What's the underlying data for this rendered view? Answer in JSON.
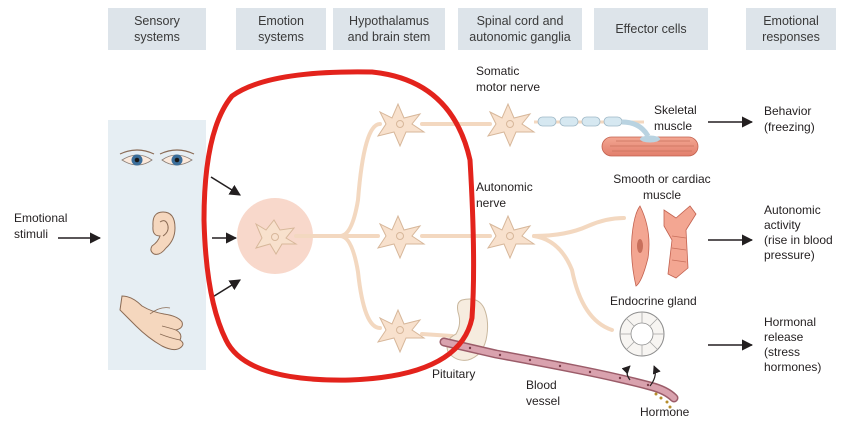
{
  "headers": [
    {
      "lines": [
        "Sensory",
        "systems"
      ]
    },
    {
      "lines": [
        "Emotion",
        "systems"
      ]
    },
    {
      "lines": [
        "Hypothalamus",
        "and brain stem"
      ]
    },
    {
      "lines": [
        "Spinal cord and",
        "autonomic ganglia"
      ]
    },
    {
      "lines": [
        "Effector cells"
      ]
    },
    {
      "lines": [
        "Emotional",
        "responses"
      ]
    }
  ],
  "labels": {
    "stimuli": [
      "Emotional",
      "stimuli"
    ],
    "somatic": [
      "Somatic",
      "motor nerve"
    ],
    "autonomic_nerve": [
      "Autonomic",
      "nerve"
    ],
    "skeletal": [
      "Skeletal",
      "muscle"
    ],
    "smooth": [
      "Smooth or cardiac",
      "muscle"
    ],
    "endocrine": [
      "Endocrine gland"
    ],
    "pituitary": [
      "Pituitary"
    ],
    "vessel": [
      "Blood",
      "vessel"
    ],
    "hormone": [
      "Hormone"
    ]
  },
  "responses": {
    "behavior": [
      "Behavior",
      "(freezing)"
    ],
    "autonomic": [
      "Autonomic",
      "activity",
      "(rise in blood",
      "pressure)"
    ],
    "hormonal": [
      "Hormonal",
      "release",
      "(stress",
      "hormones)"
    ]
  },
  "icons": {
    "eyes": "eyes-icon",
    "ear": "ear-icon",
    "hand": "hand-icon"
  },
  "colors": {
    "header_bg": "#dde4ea",
    "sensory_panel": "#e6eef3",
    "neuron_fill": "#f8e1cd",
    "neuron_stroke": "#d7b79a",
    "emotion_halo": "#f6cbb9",
    "annotation_red": "#e3231c",
    "vessel": "#c98b99",
    "arrow": "#231f20"
  }
}
